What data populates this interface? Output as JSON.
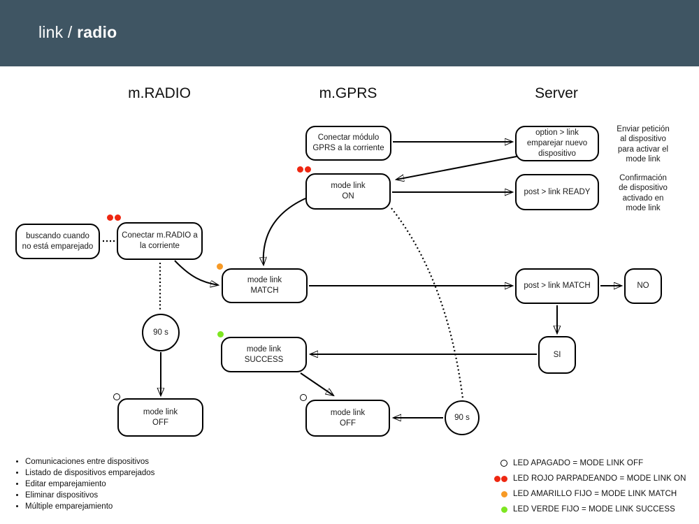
{
  "header": {
    "title_regular": "link / ",
    "title_bold": "radio"
  },
  "columns": {
    "radio": "m.RADIO",
    "gprs": "m.GPRS",
    "server": "Server"
  },
  "nodes": {
    "conectar_gprs": "Conectar módulo\nGPRS a la corriente",
    "option_link": "option > link\nemparejar nuevo\ndispositivo",
    "mode_link_on": "mode link\nON",
    "post_link_ready": "post > link READY",
    "buscando": "buscando cuando\nno está emparejado",
    "conectar_radio": "Conectar m.RADIO a\nla corriente",
    "mode_link_match": "mode link\nMATCH",
    "post_link_match": "post > link MATCH",
    "no": "NO",
    "mode_link_success": "mode link\nSUCCESS",
    "si": "SI",
    "mode_link_off_radio": "mode link\nOFF",
    "mode_link_off_gprs": "mode link\nOFF",
    "timer_left": "90 s",
    "timer_right": "90 s"
  },
  "notes": {
    "enviar": "Enviar petición\nal dispositivo\npara activar el\nmode link",
    "confirmacion": "Confirmación\nde dispositivo\nactivado en\nmode link"
  },
  "features": [
    "Comunicaciones entre dispositivos",
    "Listado de dispositivos emparejados",
    "Editar emparejamiento",
    "Eliminar dispositivos",
    "Múltiple emparejamiento"
  ],
  "legend": [
    {
      "icon": "led-off-icon",
      "label": "LED APAGADO = MODE LINK OFF"
    },
    {
      "icon": "led-red-blinking-icon",
      "label": "LED ROJO PARPADEANDO = MODE LINK ON"
    },
    {
      "icon": "led-yellow-icon",
      "label": "LED AMARILLO FIJO = MODE LINK MATCH"
    },
    {
      "icon": "led-green-icon",
      "label": "LED VERDE FIJO = MODE LINK SUCCESS"
    }
  ],
  "colors": {
    "header_bg": "#3f5563",
    "led_red": "#ee2711",
    "led_yellow": "#f79a26",
    "led_green": "#7ee621",
    "line": "#000000"
  }
}
